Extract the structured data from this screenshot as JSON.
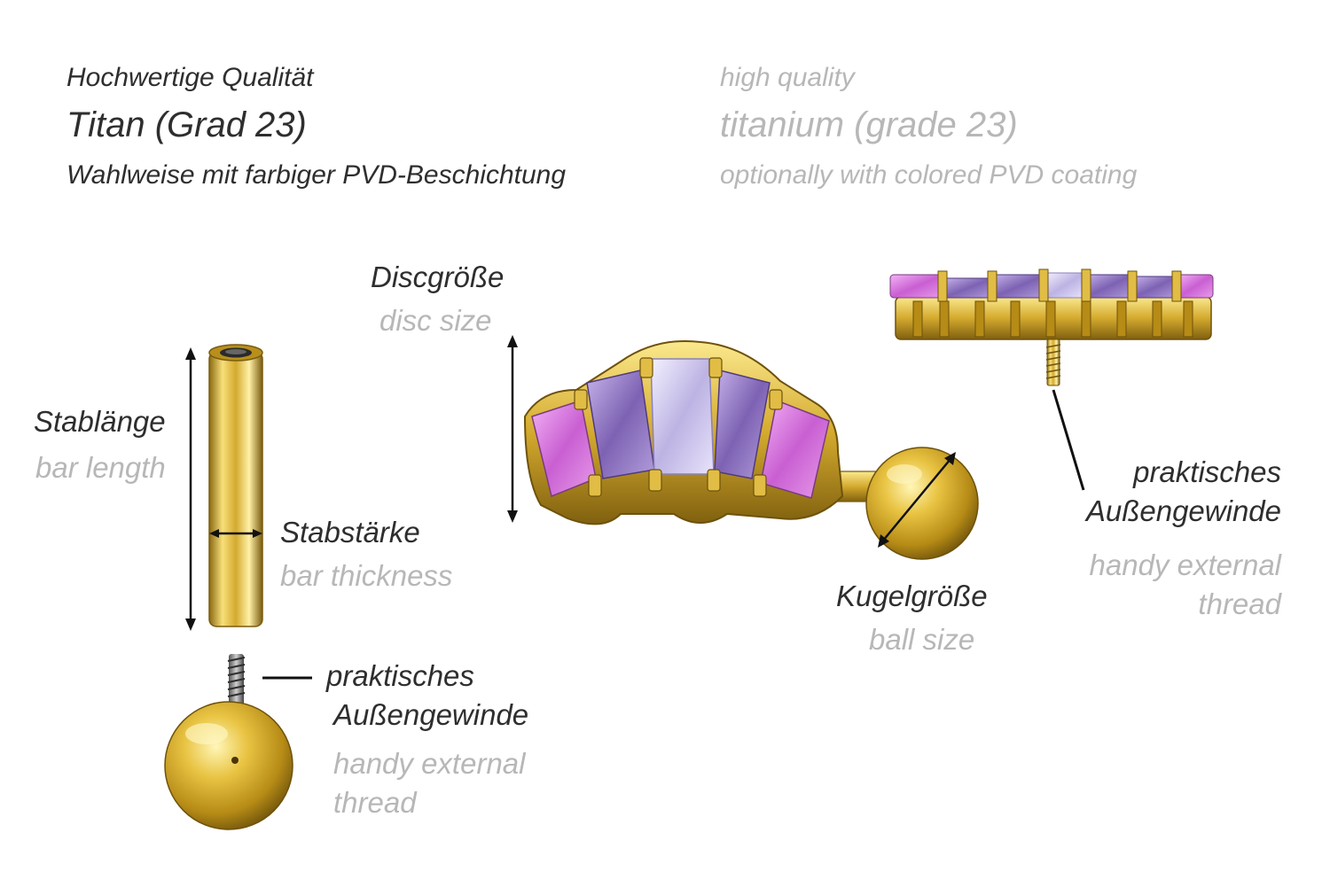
{
  "header": {
    "de": {
      "line1": "Hochwertige Qualität",
      "line2": "Titan (Grad 23)",
      "line3": "Wahlweise mit farbiger PVD-Beschichtung"
    },
    "en": {
      "line1": "high quality",
      "line2": "titanium (grade 23)",
      "line3": "optionally with colored PVD coating"
    }
  },
  "labels": {
    "bar_length": {
      "de": "Stablänge",
      "en": "bar length"
    },
    "bar_thickness": {
      "de": "Stabstärke",
      "en": "bar thickness"
    },
    "disc_size": {
      "de": "Discgröße",
      "en": "disc size"
    },
    "ball_size": {
      "de": "Kugelgröße",
      "en": "ball size"
    },
    "thread_ball": {
      "de_line1": "praktisches",
      "de_line2": "Außengewinde",
      "en_line1": "handy external",
      "en_line2": "thread"
    },
    "thread_disc": {
      "de_line1": "praktisches",
      "de_line2": "Außengewinde",
      "en_line1": "handy external",
      "en_line2": "thread"
    }
  },
  "colors": {
    "gold": "#d9b43a",
    "german_text": "#2e2e2e",
    "english_text": "#b7b7b7",
    "stone_pink": "#d17ad8",
    "stone_violet": "#9b84c9",
    "stone_lavender": "#d9d3ef"
  }
}
